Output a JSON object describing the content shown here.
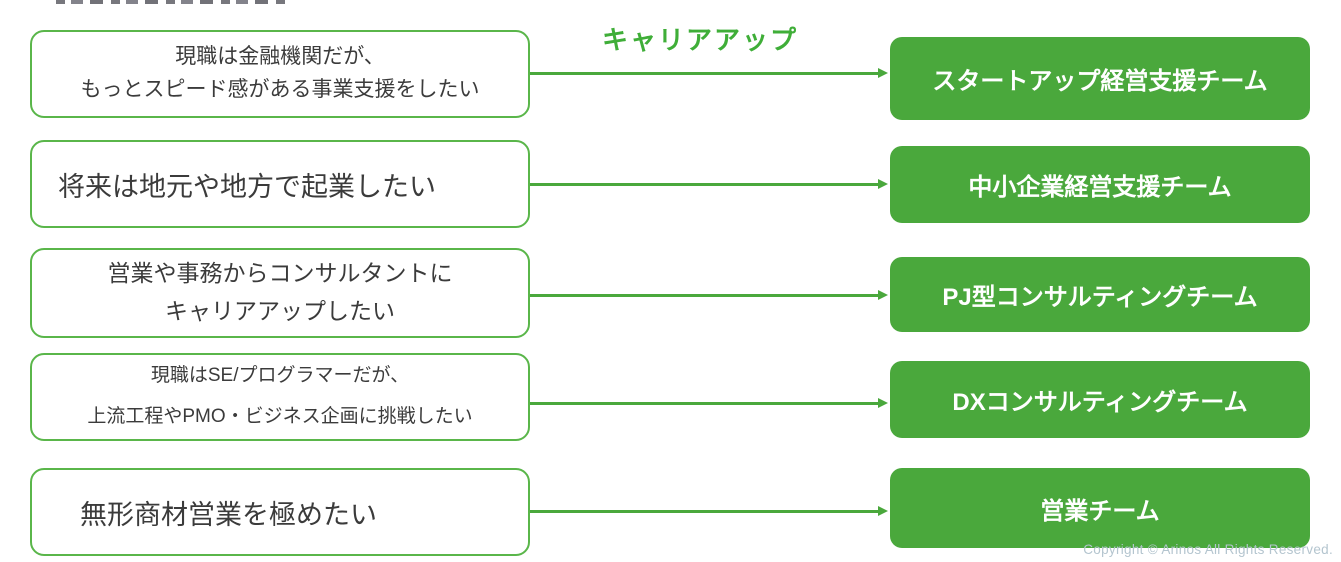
{
  "header": {
    "label": "キャリアアップ"
  },
  "flow": {
    "rows": [
      {
        "source_line1": "現職は金融機関だが、",
        "source_line2": "もっとスピード感がある事業支援をしたい",
        "target": "スタートアップ経営支援チーム"
      },
      {
        "source_line1": "将来は地元や地方で起業したい",
        "source_line2": "",
        "target": "中小企業経営支援チーム"
      },
      {
        "source_line1": "営業や事務からコンサルタントに",
        "source_line2": "キャリアアップしたい",
        "target": "PJ型コンサルティングチーム"
      },
      {
        "source_line1": "現職はSE/プログラマーだが、",
        "source_line2": "上流工程やPMO・ビジネス企画に挑戦したい",
        "target": "DXコンサルティングチーム"
      },
      {
        "source_line1": "無形商材営業を極めたい",
        "source_line2": "",
        "target": "営業チーム"
      }
    ]
  },
  "footer": {
    "copyright": "Copyright © Arinos All Rights Reserved."
  },
  "colors": {
    "green_fill": "#4aa83c",
    "box_border": "#5ab64a",
    "header_text": "#3fae38",
    "copyright_text": "#b4c5cf"
  }
}
